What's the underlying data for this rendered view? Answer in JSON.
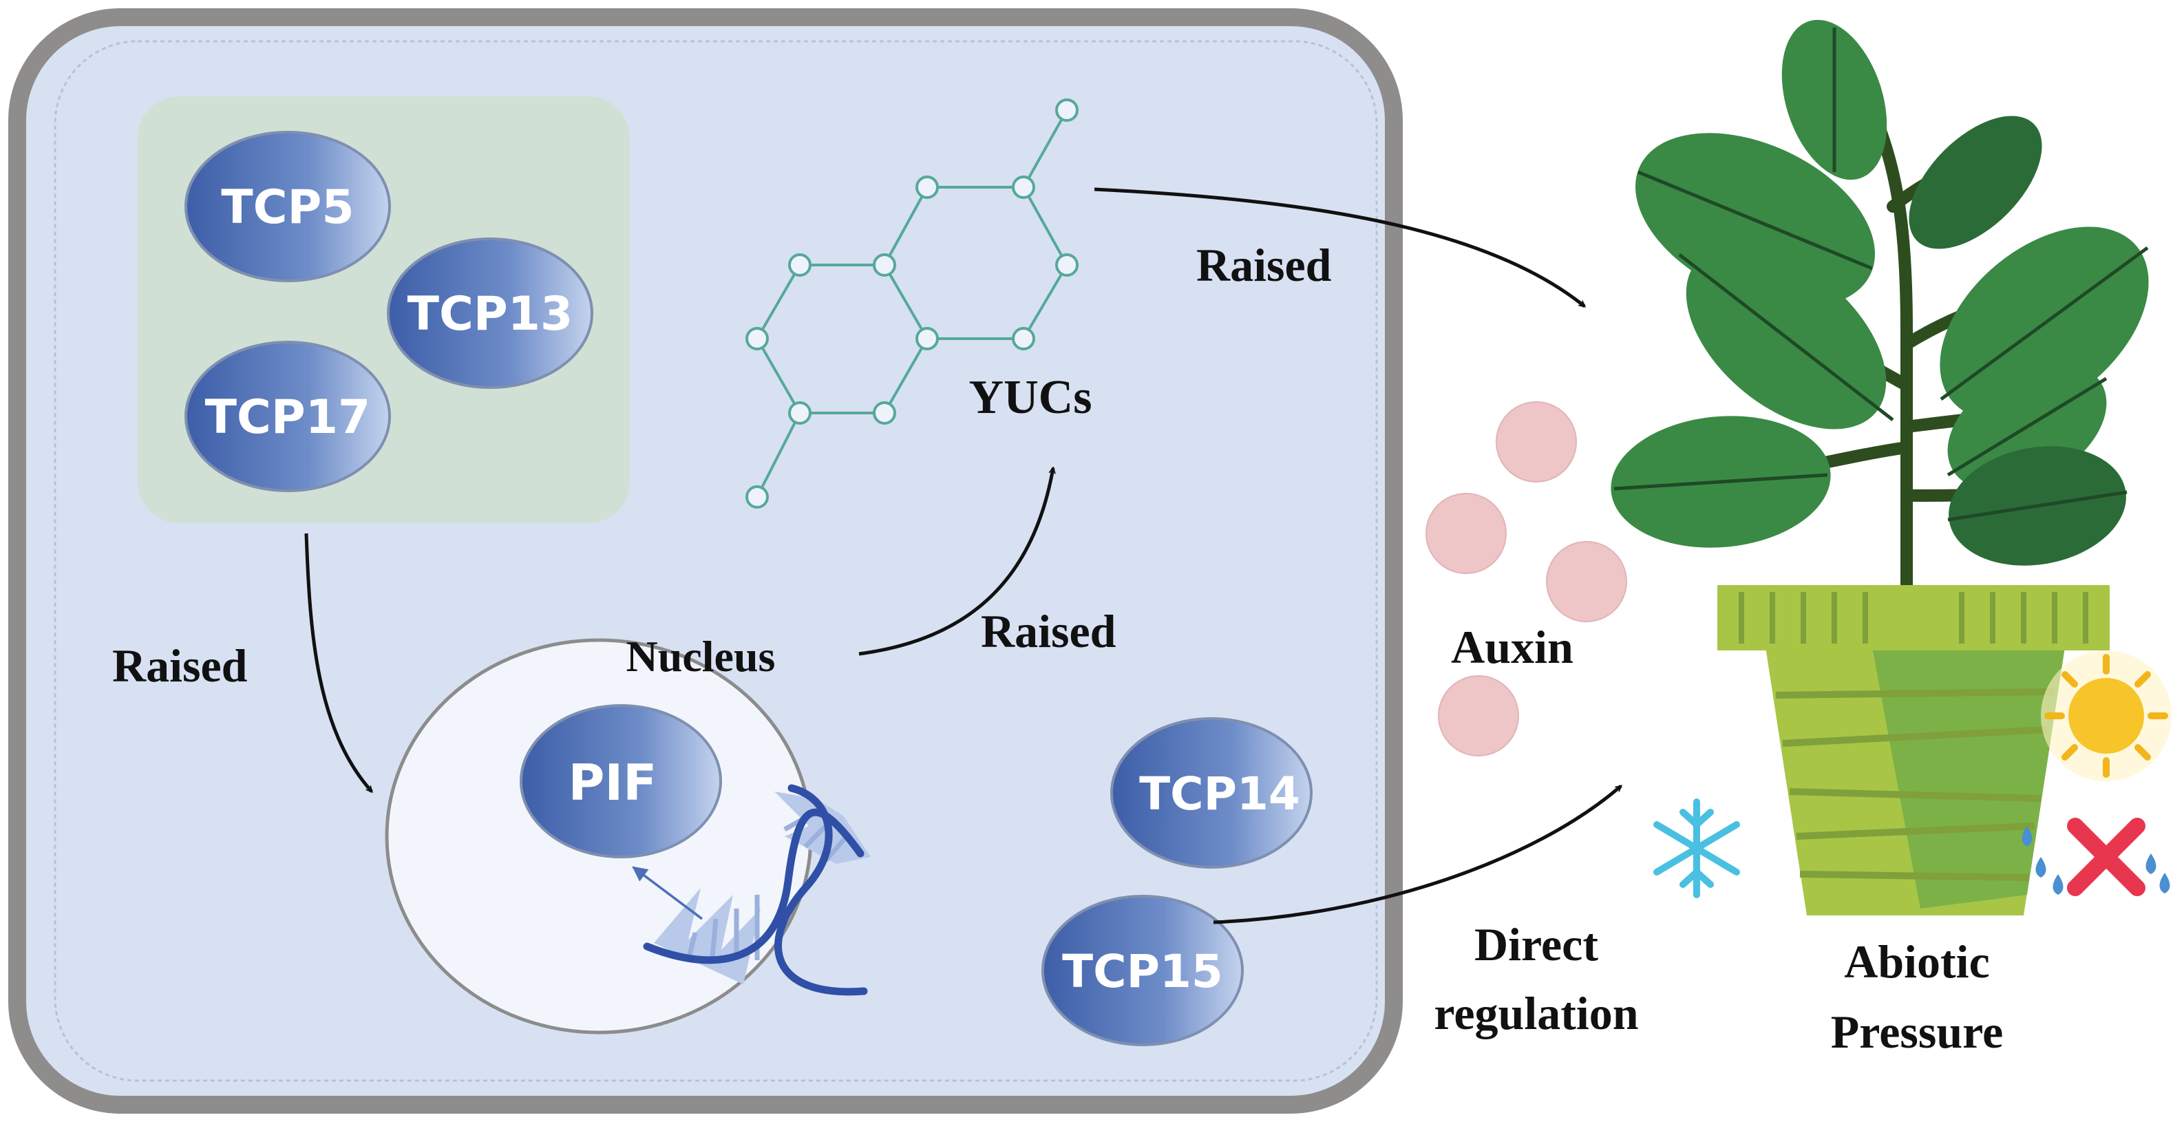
{
  "labels": {
    "tcp5": "TCP5",
    "tcp13": "TCP13",
    "tcp17": "TCP17",
    "tcp14": "TCP14",
    "tcp15": "TCP15",
    "pif": "PIF",
    "nucleus": "Nucleus",
    "yucs": "YUCs",
    "raised_left": "Raised",
    "raised_middle": "Raised",
    "raised_top": "Raised",
    "auxin": "Auxin",
    "direct_line1": "Direct",
    "direct_line2": "regulation",
    "abiotic_line1": "Abiotic",
    "abiotic_line2": "Pressure"
  },
  "colors": {
    "cell_fill": "#d7e1f2",
    "cell_border": "#8f8c8c",
    "tcp_group_fill": "#cfe0d2",
    "protein": "#5b79ba",
    "molecule": "#56a89c",
    "auxin": "#eec6c8",
    "leaf": "#3a8a45",
    "pot": "#a8c545"
  },
  "icons": [
    "dna-icon",
    "snowflake-icon",
    "sun-icon",
    "water-drops-icon",
    "x-cross-icon",
    "plant-icon"
  ]
}
